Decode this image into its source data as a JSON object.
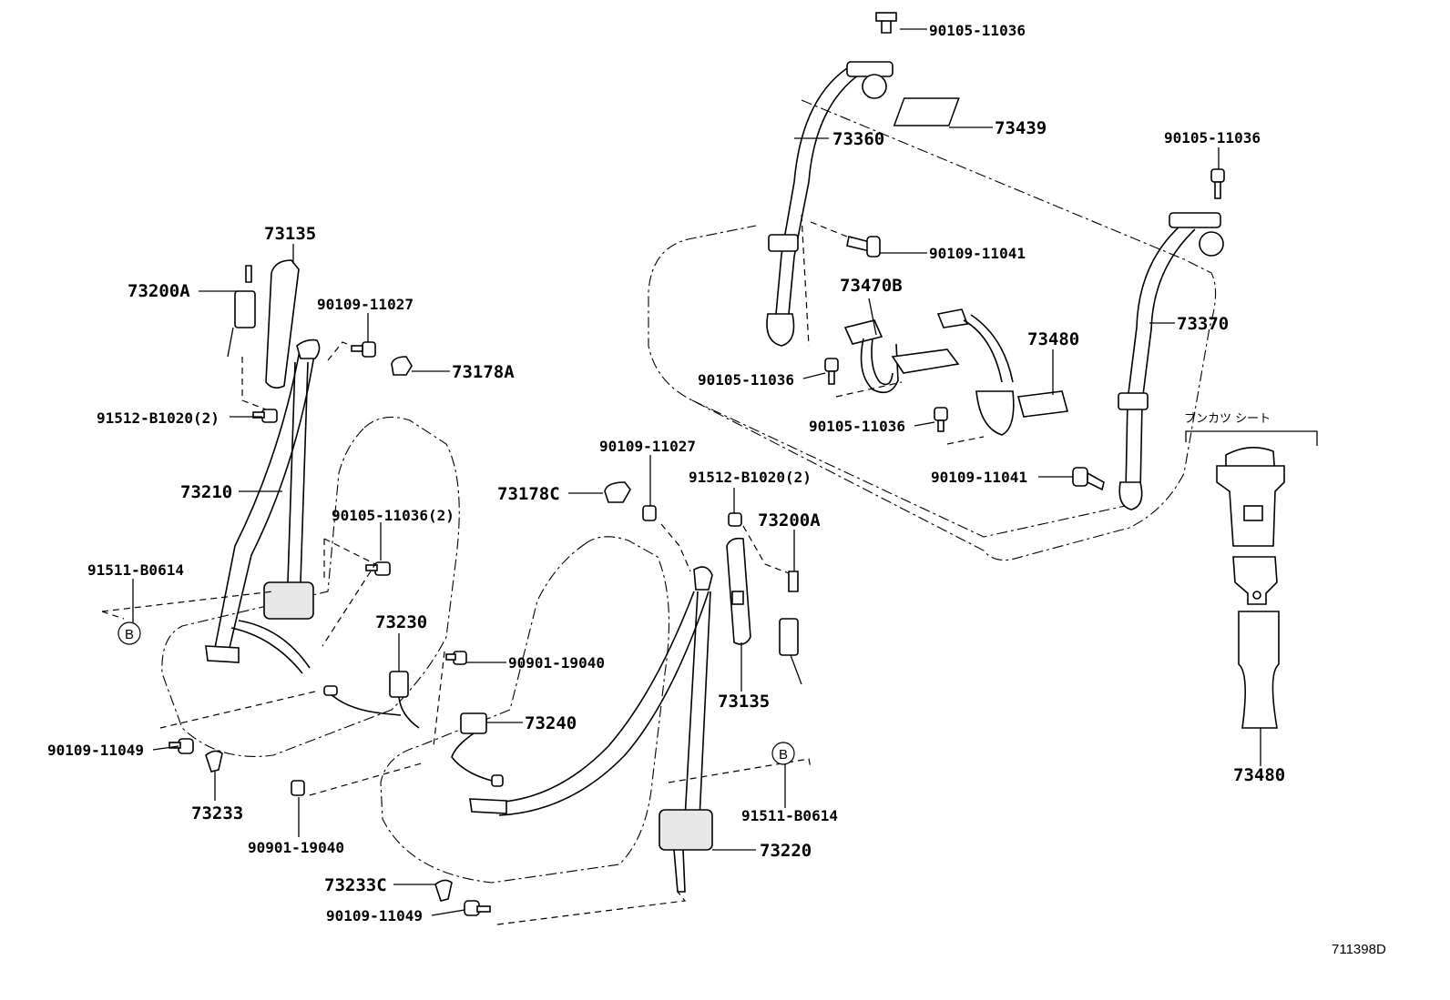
{
  "diagram": {
    "code": "711398D",
    "inset_title": "ブンカツ シート",
    "ref_marker": "B",
    "labels": {
      "p_90105_11036_top": "90105-11036",
      "p_73439": "73439",
      "p_73360": "73360",
      "p_90105_11036_right": "90105-11036",
      "p_90109_11041_top": "90109-11041",
      "p_73470B": "73470B",
      "p_73480_mid": "73480",
      "p_73370": "73370",
      "p_90105_11036_mid1": "90105-11036",
      "p_90105_11036_mid2": "90105-11036",
      "p_90109_11041_low": "90109-11041",
      "p_73135_top": "73135",
      "p_73200A_left": "73200A",
      "p_90109_11027_left": "90109-11027",
      "p_73178A": "73178A",
      "p_91512_B1020_left": "91512-B1020(2)",
      "p_73210": "73210",
      "p_90105_11036_2": "90105-11036(2)",
      "p_91511_B0614_left": "91511-B0614",
      "p_73230": "73230",
      "p_90901_19040_mid": "90901-19040",
      "p_73240": "73240",
      "p_90109_11049_left": "90109-11049",
      "p_73233": "73233",
      "p_90901_19040_low": "90901-19040",
      "p_73233C": "73233C",
      "p_90109_11049_low": "90109-11049",
      "p_90109_11027_mid": "90109-11027",
      "p_73178C": "73178C",
      "p_91512_B1020_mid": "91512-B1020(2)",
      "p_73200A_right": "73200A",
      "p_73135_low": "73135",
      "p_91511_B0614_right": "91511-B0614",
      "p_73220": "73220",
      "p_73480_inset": "73480"
    }
  }
}
